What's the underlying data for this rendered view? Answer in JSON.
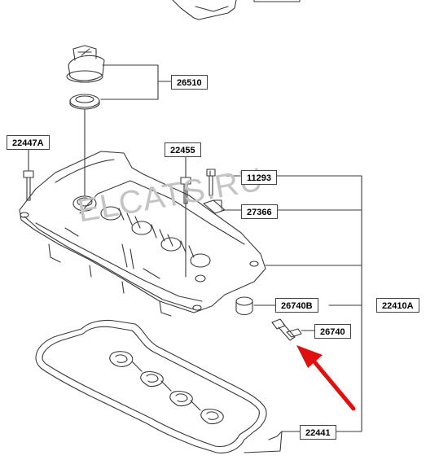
{
  "watermark": "ELCATS.RU",
  "parts": {
    "p26510": "26510",
    "p22447A": "22447A",
    "p22455": "22455",
    "p11293": "11293",
    "p27366": "27366",
    "p26740B": "26740B",
    "p22410A": "22410A",
    "p26740": "26740",
    "p22441": "22441"
  },
  "colors": {
    "line": "#3a3a3a",
    "arrow": "#e01010",
    "watermark": "#c4c4c4"
  }
}
